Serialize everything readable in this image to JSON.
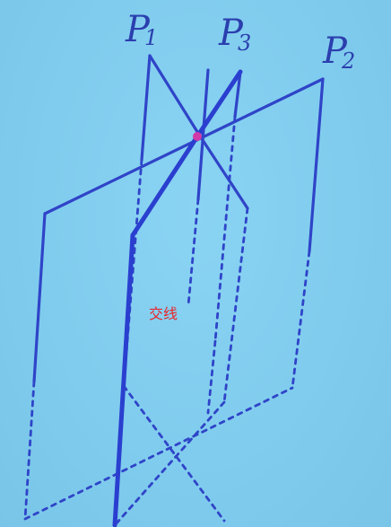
{
  "labels": {
    "p1": {
      "main": "P",
      "sub": "1"
    },
    "p3": {
      "main": "P",
      "sub": "3"
    },
    "p2": {
      "main": "P",
      "sub": "2"
    }
  },
  "annotation": "交线",
  "colors": {
    "background": "#80ccee",
    "ink": "#2f44c8",
    "annotation": "#e8262a",
    "intersection_point": "#d13aa8"
  }
}
